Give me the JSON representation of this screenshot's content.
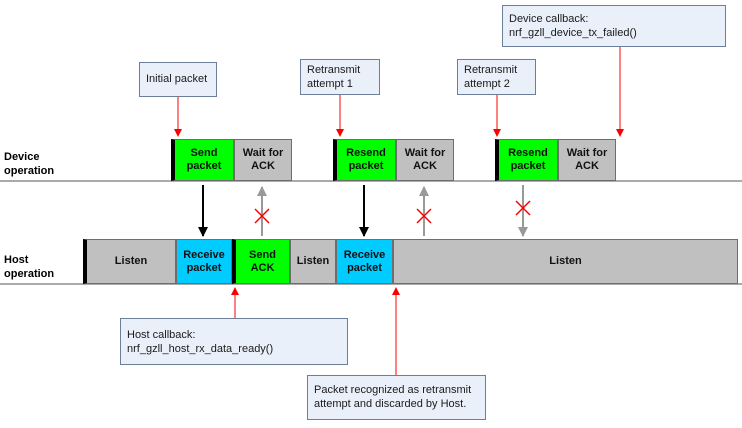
{
  "rows": {
    "device": "Device\noperation",
    "host": "Host\noperation"
  },
  "device_blocks": {
    "send_packet": "Send\npacket",
    "wait_ack_1": "Wait for\nACK",
    "resend_1": "Resend\npacket",
    "wait_ack_2": "Wait for\nACK",
    "resend_2": "Resend\npacket",
    "wait_ack_3": "Wait for\nACK"
  },
  "host_blocks": {
    "listen_1": "Listen",
    "receive_1": "Receive\npacket",
    "send_ack": "Send\nACK",
    "listen_2": "Listen",
    "receive_2": "Receive\npacket",
    "listen_3": "Listen"
  },
  "notes": {
    "initial_packet": "Initial packet",
    "retransmit_1": "Retransmit\nattempt 1",
    "retransmit_2": "Retransmit\nattempt 2",
    "device_callback": "Device callback:\nnrf_gzll_device_tx_failed()",
    "host_callback": "Host callback:\nnrf_gzll_host_rx_data_ready()",
    "discarded": "Packet recognized as retransmit\nattempt and discarded by Host."
  },
  "colors": {
    "send": "#00ff00",
    "wait": "#c0c0c0",
    "receive": "#00ccff",
    "callout_arrow": "#ff0000",
    "failed_ack": "#ff0000"
  }
}
